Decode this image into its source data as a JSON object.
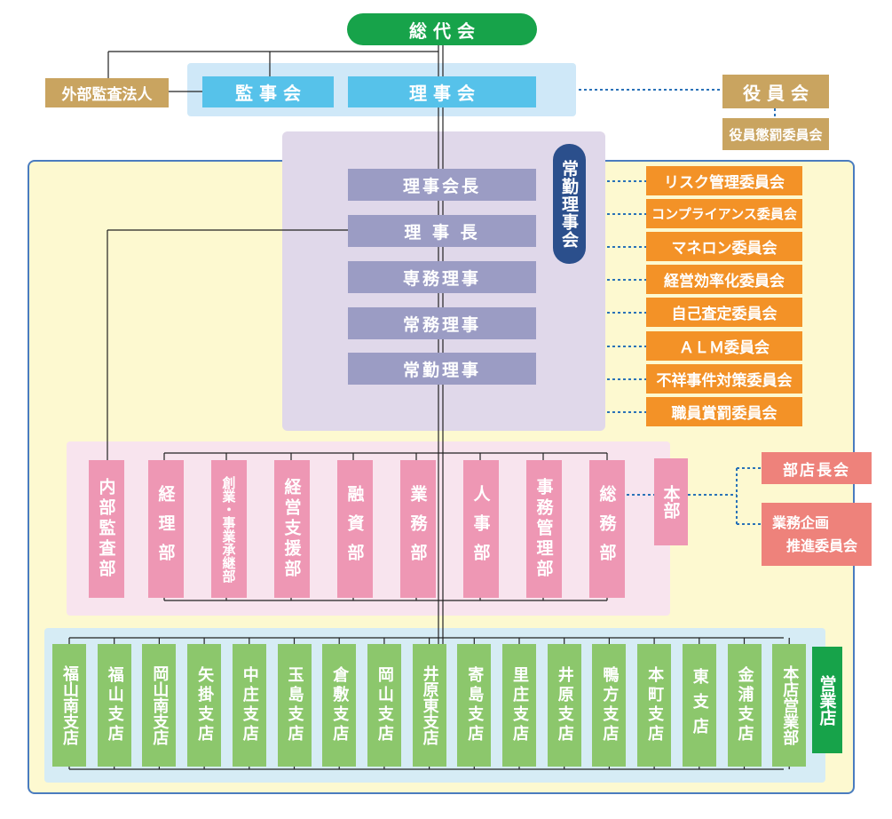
{
  "top": {
    "general_assembly": "総 代 会",
    "external_auditor": "外部監査法人",
    "auditors_board": "監 事 会",
    "board": "理 事 会",
    "officers_meeting": "役 員 会",
    "officer_discipline": "役員懲罰委員会"
  },
  "executive": {
    "label": "常勤理事会",
    "roles": [
      "理事会長",
      "理 事 長",
      "専務理事",
      "常務理事",
      "常勤理事"
    ]
  },
  "committees": [
    "リスク管理委員会",
    "コンプライアンス委員会",
    "マネロン委員会",
    "経営効率化委員会",
    "自己査定委員会",
    "ＡＬＭ委員会",
    "不祥事件対策委員会",
    "職員賞罰委員会"
  ],
  "departments": {
    "items": [
      "内部監査部",
      "経理部",
      "創業・事業承継部",
      "経営支援部",
      "融資部",
      "業務部",
      "人事部",
      "事務管理部",
      "総務部"
    ],
    "hq_label": "本部",
    "branch_manager_meeting": "部店長会",
    "business_planning_line1": "業務企画",
    "business_planning_line2": "推進委員会"
  },
  "branches": {
    "items": [
      "福山南支店",
      "福山支店",
      "岡山南支店",
      "矢掛支店",
      "中庄支店",
      "玉島支店",
      "倉敷支店",
      "岡山支店",
      "井原東支店",
      "寄島支店",
      "里庄支店",
      "井原支店",
      "鴨方支店",
      "本町支店",
      "東支店",
      "金浦支店",
      "本店営業部"
    ],
    "label": "営業店"
  },
  "colors": {
    "green_dark": "#17a34a",
    "tan": "#c9a460",
    "blue_light": "#56c2ea",
    "blue_panel": "#cfe8f8",
    "lavender_panel": "#e0d8ea",
    "purple_box": "#9b9cc4",
    "navy_pill": "#2b4f8c",
    "orange": "#f39227",
    "yellow_bg": "#fdf9d0",
    "pink_panel": "#f8e4ee",
    "pink_box": "#ee97b4",
    "salmon": "#ee827b",
    "green_branch": "#8cc76c",
    "branch_panel": "#d6ecf5"
  }
}
